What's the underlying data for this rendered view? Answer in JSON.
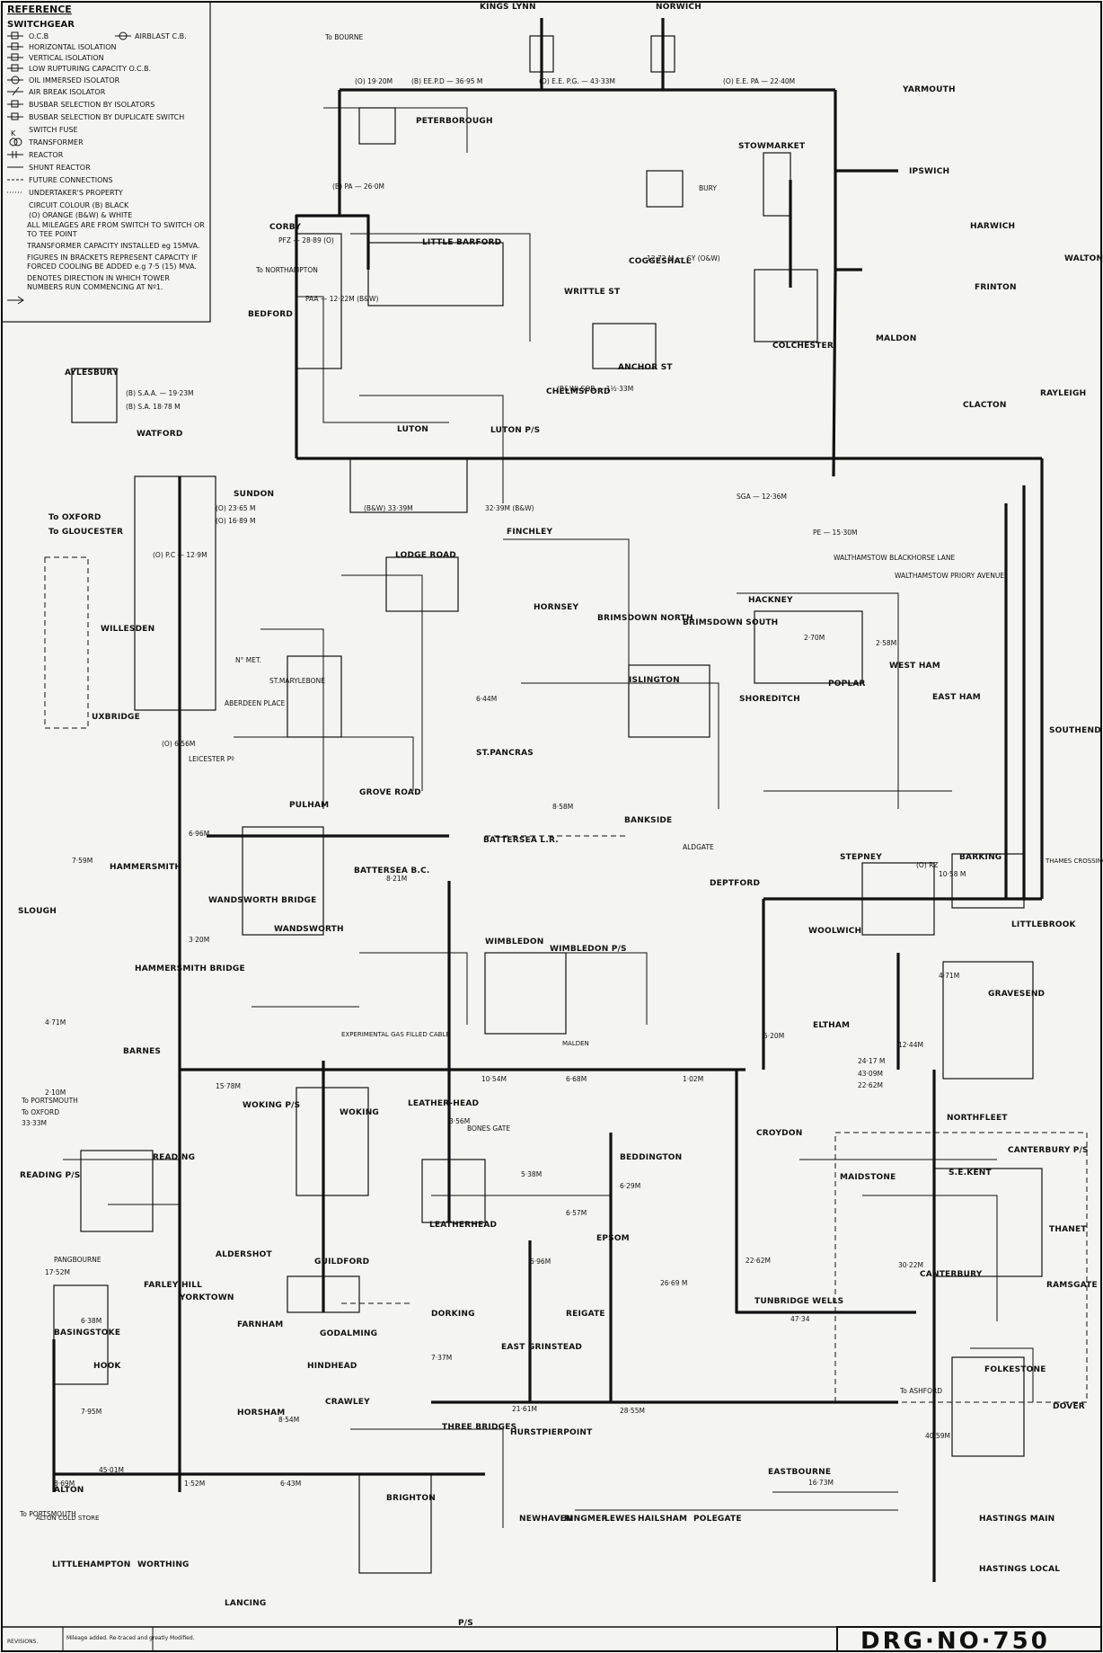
{
  "legend": {
    "title": "REFERENCE",
    "switchgear_heading": "SWITCHGEAR",
    "items": [
      "O.C.B",
      "AIRBLAST C.B.",
      "HORIZONTAL ISOLATION",
      "VERTICAL ISOLATION",
      "LOW RUPTURING CAPACITY O.C.B.",
      "OIL IMMERSED ISOLATOR",
      "AIR BREAK ISOLATOR",
      "BUSBAR SELECTION BY ISOLATORS",
      "BUSBAR SELECTION BY DUPLICATE SWITCH",
      "SWITCH FUSE",
      "TRANSFORMER",
      "REACTOR",
      "SHUNT REACTOR",
      "FUTURE CONNECTIONS",
      "UNDERTAKER'S PROPERTY",
      "CIRCUIT COLOUR (B) BLACK",
      "(O) ORANGE (B&W) & WHITE",
      "ALL MILEAGES ARE FROM SWITCH TO SWITCH OR TO TEE POINT",
      "TRANSFORMER CAPACITY INSTALLED eg 15MVA.",
      "FIGURES IN BRACKETS REPRESENT CAPACITY IF FORCED COOLING BE ADDED e.g 7·5 (15) MVA.",
      "DENOTES DIRECTION IN WHICH TOWER NUMBERS RUN COMMENCING AT Nº1."
    ]
  },
  "stations": [
    "KINGS LYNN",
    "NORWICH",
    "YARMOUTH",
    "To BOURNE",
    "PETERBOROUGH",
    "STOWMARKET",
    "IPSWICH",
    "BURY",
    "HARWICH",
    "WALTON",
    "CORBY",
    "LITTLE BARFORD",
    "To NORTHAMPTON",
    "COGGESHALL",
    "FRINTON",
    "BEDFORD",
    "WRITTLE ST",
    "COLCHESTER",
    "MALDON",
    "CLACTON",
    "AYLESBURY",
    "ANCHOR ST",
    "CHELMSFORD",
    "RAYLEIGH",
    "WATFORD",
    "LUTON",
    "LUTON P/S",
    "SUNDON",
    "To OXFORD",
    "To GLOUCESTER",
    "FINCHLEY",
    "LODGE ROAD",
    "WALTHAMSTOW BLACKHORSE LANE",
    "WALTHAMSTOW PRIORY AVENUE",
    "WILLESDEN",
    "HORNSEY",
    "BRIMSDOWN NORTH",
    "BRIMSDOWN SOUTH",
    "HACKNEY",
    "N° MET.",
    "ST.MARYLEBONE",
    "ISLINGTON",
    "SHOREDITCH",
    "POPLAR",
    "WEST HAM",
    "EAST HAM",
    "ABERDEEN PLACE",
    "UXBRIDGE",
    "LEICESTER Pº",
    "ST.PANCRAS",
    "SOUTHEND",
    "GROVE ROAD",
    "PULHAM",
    "BANKSIDE",
    "ALDGATE",
    "STEPNEY",
    "BARKING",
    "THAMES CROSSING",
    "HAMMERSMITH",
    "BATTERSEA L.R.",
    "BATTERSEA B.C.",
    "WANDSWORTH BRIDGE",
    "DEPTFORD",
    "SLOUGH",
    "WANDSWORTH",
    "LITTLEBROOK",
    "WOOLWICH",
    "WIMBLEDON",
    "WIMBLEDON P/S",
    "HAMMERSMITH BRIDGE",
    "GRAVESEND",
    "ELTHAM",
    "BARNES",
    "EXPERIMENTAL GAS FILLED CABLE",
    "MALDEN",
    "To PORTSMOUTH",
    "To OXFORD",
    "WOKING P/S",
    "WOKING",
    "LEATHER-HEAD",
    "BONES GATE",
    "NORTHFLEET",
    "CROYDON",
    "READING",
    "READING P/S",
    "BEDDINGTON",
    "CANTERBURY P/S",
    "S.E.KENT",
    "MAIDSTONE",
    "LEATHERHEAD",
    "EPSOM",
    "THANET",
    "ALDERSHOT",
    "GUILDFORD",
    "CANTERBURY",
    "PANGBOURNE",
    "FARLEY HILL",
    "DORKING",
    "REIGATE",
    "RAMSGATE",
    "YORKTOWN",
    "TUNBRIDGE WELLS",
    "FARNHAM",
    "GODALMING",
    "BASINGSTOKE",
    "HOOK",
    "HINDHEAD",
    "EAST GRINSTEAD",
    "FOLKESTONE",
    "To ASHFORD",
    "DOVER",
    "CRAWLEY",
    "HORSHAM",
    "THREE BRIDGES",
    "HURSTPIERPOINT",
    "ALTON",
    "ALTON COLD STORE",
    "To PORTSMOUTH",
    "BRIGHTON",
    "EASTBOURNE",
    "HASTINGS MAIN",
    "LITTLEHAMPTON",
    "WORTHING",
    "LANCING",
    "NEWHAVEN",
    "RINGMER",
    "LEWES",
    "HAILSHAM",
    "POLEGATE",
    "HASTINGS LOCAL",
    "P/S"
  ],
  "feeders": [
    "(O) 19·20M",
    "(B) EE.P.D — 36·95 M",
    "(O) E.E. P.G. — 43·33M",
    "(O) E.E. PA — 22·40M",
    "PFZ — 28·89 (O)",
    "(B) PA — 26·0M",
    "12·72 M. — SY (O&W)",
    "PAA — 12·22M (B&W)",
    "(B) S.A.A. — 19·23M",
    "(B) S.A. 18·78 M",
    "(O) 23·65 M",
    "(B&W) 33·39M",
    "32·39M (B&W)",
    "(B&W) SOB — 1½·33M",
    "SGA — 12·36M",
    "(O) 16·89 M",
    "PE — 15·30M",
    "(O) P.C — 12·9M",
    "(O) 6·56M",
    "2·70M",
    "2·58M",
    "6·44M",
    "8·58M",
    "6·96M",
    "7·59M",
    "3·20M",
    "8·21M",
    "(O) RZ",
    "10·58 M",
    "4·71M",
    "24·17 M",
    "43·09M",
    "22·62M",
    "12·44M",
    "6·68M",
    "5·20M",
    "10·54M",
    "1·02M",
    "15·78M",
    "6·29M",
    "5·38M",
    "6·57M",
    "6·96M",
    "22·62M",
    "26·69 M",
    "47·34",
    "30·22M",
    "40·59M",
    "16·73M",
    "28·55M",
    "21·61M",
    "7·37M",
    "8·54M",
    "6·43M",
    "1·52M",
    "45·01M",
    "8·69M",
    "7·95M",
    "17·52M",
    "6·38M",
    "4·71M",
    "2·10M",
    "33·33M",
    "3·56M"
  ],
  "title_block": {
    "revisions_label": "REVISIONS.",
    "revision_notes": "Mileage added. Re-traced and greatly Modified.",
    "drawing_number": "DRG·NO·750"
  },
  "colors": {
    "ink": "#111111",
    "paper": "#f4f4f0"
  }
}
